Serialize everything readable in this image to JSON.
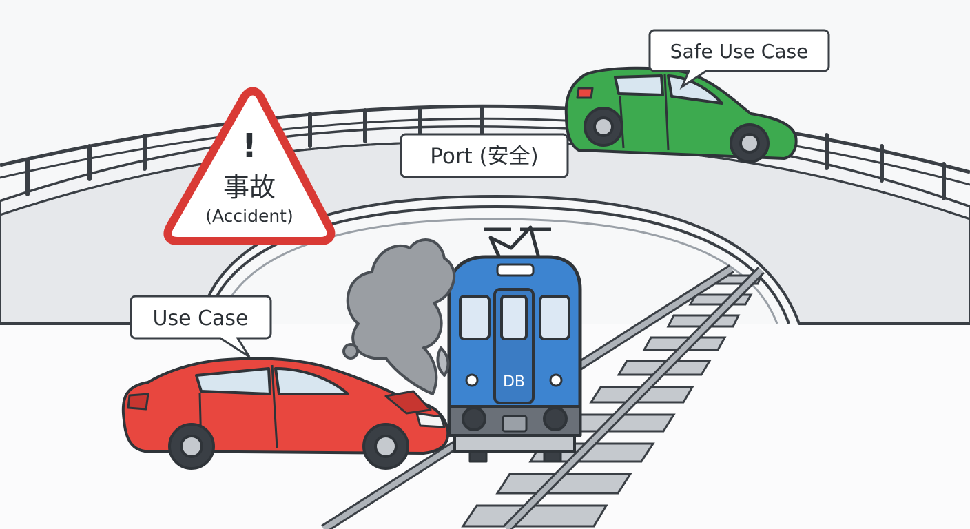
{
  "labels": {
    "safe_use_case": "Safe Use Case",
    "port": "Port (安全)",
    "use_case": "Use Case",
    "warning_title": "事故",
    "warning_subtitle": "(Accident)",
    "warning_mark": "!",
    "train_logo": "DB"
  },
  "colors": {
    "outline": "#2f3439",
    "bridge": "#e3e5e8",
    "rail": "#9aa0a7",
    "red_car": "#e8473f",
    "green_car": "#3daa4f",
    "train": "#3d84d0",
    "warning": "#d93a35",
    "smoke": "#9a9ea3"
  },
  "icons": [
    "warning-triangle-icon",
    "smoke-cloud-icon"
  ]
}
